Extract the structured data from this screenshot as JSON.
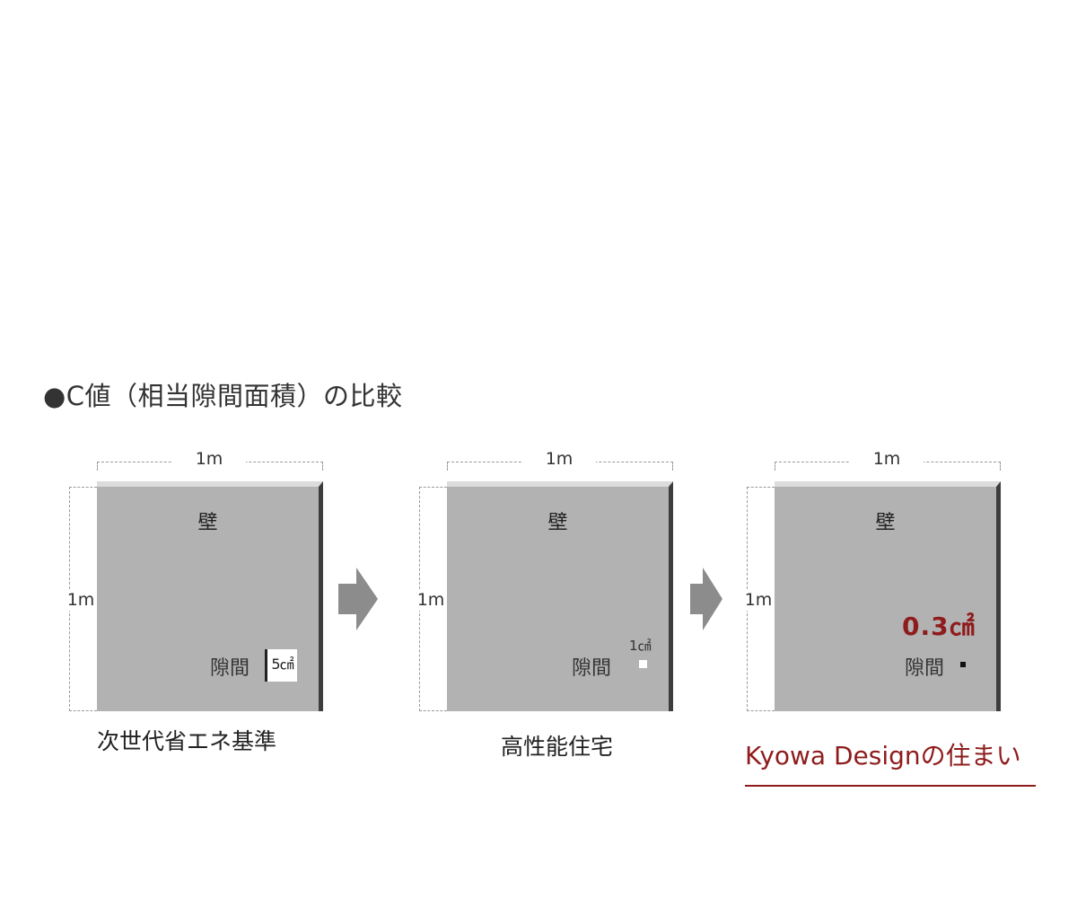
{
  "title": "●C値（相当隙間面積）の比較",
  "panels": [
    {
      "width_label": "1m",
      "height_label": "1m",
      "wall_label": "壁",
      "gap_label": "隙間",
      "gap_value": "5㎠",
      "caption": "次世代省エネ基準"
    },
    {
      "width_label": "1m",
      "height_label": "1m",
      "wall_label": "壁",
      "gap_label": "隙間",
      "gap_value": "1㎠",
      "caption": "高性能住宅"
    },
    {
      "width_label": "1m",
      "height_label": "1m",
      "wall_label": "壁",
      "gap_label": "隙間",
      "gap_value": "0.3㎠",
      "caption": "Kyowa Designの住まい"
    }
  ],
  "colors": {
    "wall": "#b2b2b2",
    "wall_top_edge": "#dcdcdc",
    "wall_side_edge": "#3d3d3d",
    "accent": "#8f1c1c",
    "arrow": "#8c8c8c",
    "dashed_guide": "#999999"
  },
  "icons": [
    "right-arrow-icon",
    "right-arrow-icon"
  ]
}
